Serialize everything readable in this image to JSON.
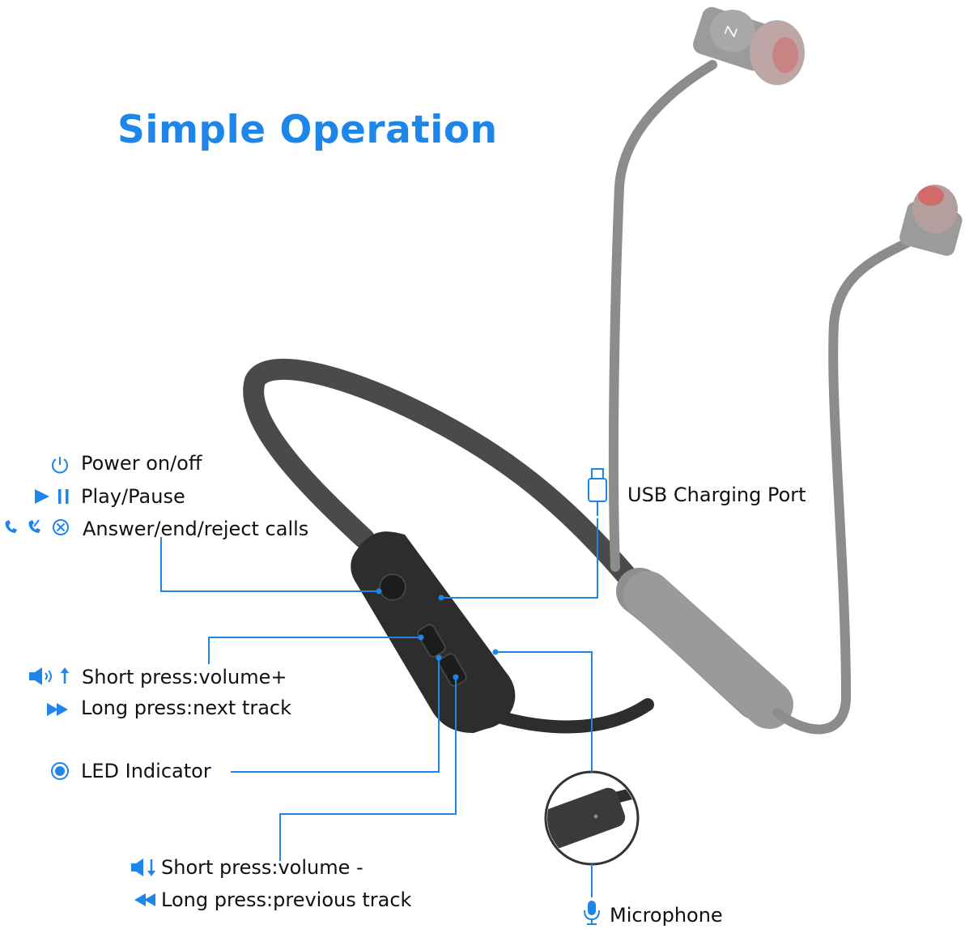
{
  "title": "Simple Operation",
  "accent_color": "#1e86e8",
  "labels": {
    "power": "Power on/off",
    "play_pause": "Play/Pause",
    "calls": "Answer/end/reject calls",
    "usb": "USB Charging Port",
    "vol_up": "Short press:volume+",
    "next_track": "Long press:next track",
    "led": "LED Indicator",
    "vol_down": "Short press:volume -",
    "prev_track": "Long press:previous track",
    "mic": "Microphone"
  },
  "icons": [
    "power-icon",
    "play-pause-icon",
    "phone-answer-icon",
    "phone-end-icon",
    "reject-icon",
    "usb-icon",
    "volume-up-icon",
    "next-track-icon",
    "led-icon",
    "volume-down-icon",
    "previous-track-icon",
    "microphone-icon"
  ]
}
